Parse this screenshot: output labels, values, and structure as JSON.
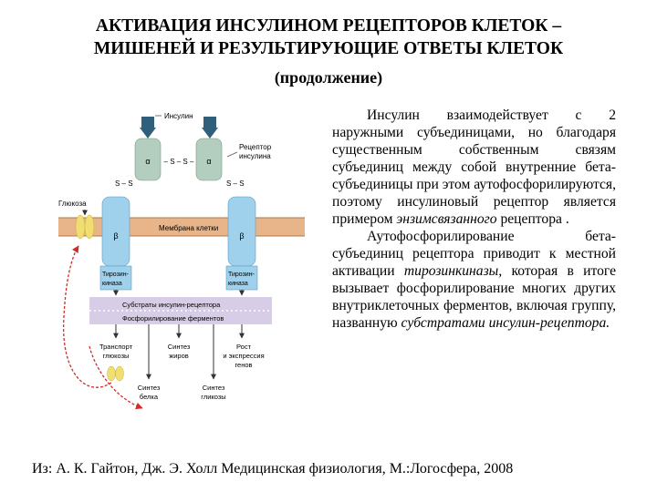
{
  "title": {
    "line1": "АКТИВАЦИЯ ИНСУЛИНОМ РЕЦЕПТОРОВ КЛЕТОК –",
    "line2": "МИШЕНЕЙ И РЕЗУЛЬТИРУЮЩИЕ ОТВЕТЫ КЛЕТОК",
    "line3": "(продолжение)"
  },
  "diagram": {
    "insulin": "Инсулин",
    "receptor_1": "Рецептор",
    "receptor_2": "инсулина",
    "alpha": "α",
    "beta": "β",
    "disulfide": "S – S",
    "ss_middle": "– S – S –",
    "glucose": "Глюкоза",
    "membrane": "Мембрана клетки",
    "tyrosine_kinase_1": "Тирозин-",
    "tyrosine_kinase_2": "киназа",
    "substrates_1": "Субстраты инсулин-рецептора",
    "substrates_2": "Фосфорилирование ферментов",
    "transport_1": "Транспорт",
    "transport_2": "глюкозы",
    "fat_1": "Синтез",
    "fat_2": "жиров",
    "growth_1": "Рост",
    "growth_2": "и экспрессия",
    "growth_3": "генов",
    "protein_1": "Синтез",
    "protein_2": "белка",
    "glycogen_1": "Синтез",
    "glycogen_2": "гликозы",
    "colors": {
      "membrane": "#e8b489",
      "receptor_beta": "#9fd0ec",
      "receptor_alpha": "#b3cdbe",
      "insulin": "#2f5f7a",
      "substrate_band": "#d7cde6",
      "arrow_red": "#d32a2a",
      "glucose": "#f0de72"
    }
  },
  "body": {
    "p1_text": "Инсулин взаимодействует с 2 наружными субъединицами, но благодаря существенным собственным связям субъединиц между собой внутренние бета-субъединицы при этом аутофосфорилируются, поэтому инсулиновый рецептор является примером ",
    "p1_italic": "энзимсвязанного",
    "p1_end": " рецептора .",
    "p2_text": "Аутофосфорилирование бета-субъединиц рецептора приводит к местной активации ",
    "p2_italic1": "тирозинкиназы,",
    "p2_mid": " которая в итоге вызывает фосфорилирование многих других внутриклеточных ферментов, включая группу, названную ",
    "p2_italic2": "субстратами инсулин-рецептора."
  },
  "source": "Из: А. К. Гайтон, Дж. Э. Холл Медицинская физиология, М.:Логосфера, 2008"
}
